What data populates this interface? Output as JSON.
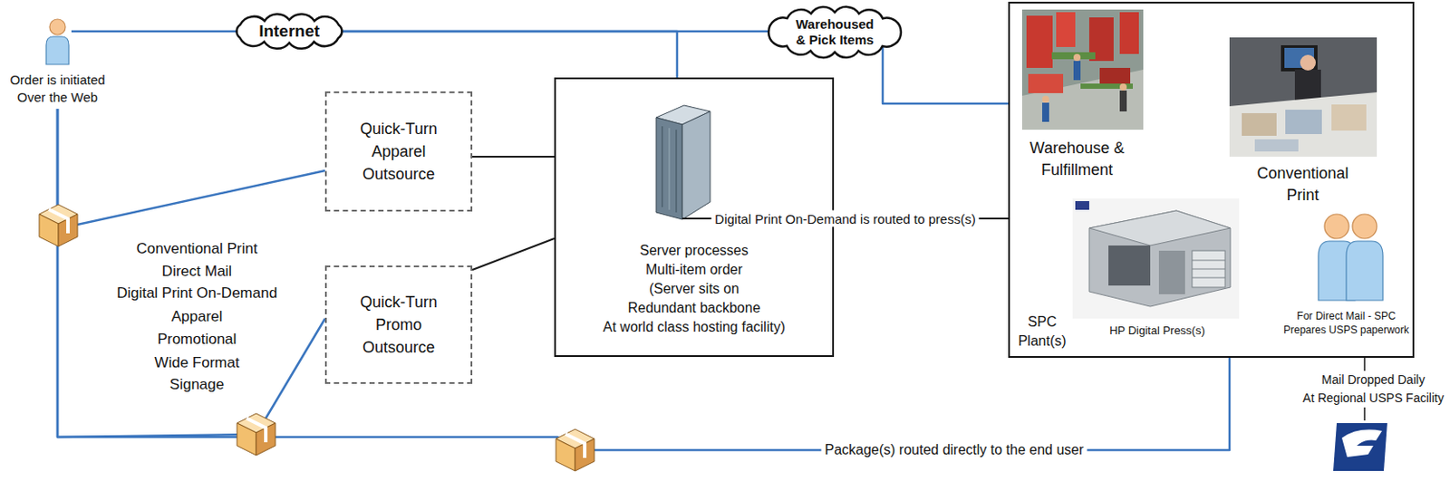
{
  "diagram": {
    "nodes": [
      {
        "text": [
          "Order is initiated Over the Web"
        ]
      },
      {
        "text": [
          "Internet"
        ]
      },
      {
        "text": [
          "Warehoused & Pick Items"
        ]
      },
      {
        "text": [
          "Quick-Turn Apparel Outsource"
        ]
      },
      {
        "text": [
          "Server processes Multi-item order (Server sits on Redundant backbone At world class hosting facility)"
        ]
      },
      {
        "text": [
          "SPC Plant(s)"
        ]
      },
      {
        "text": [
          "Quick-Turn Promo Outsource"
        ]
      }
    ],
    "edges": [
      {
        "from": 0,
        "to": 1,
        "arrow": "none"
      },
      {
        "from": 1,
        "to": 2,
        "arrow": "none"
      },
      {
        "from": 1,
        "to": 4,
        "arrow": "none"
      },
      {
        "from": 2,
        "to": 5,
        "arrow": "none"
      },
      {
        "from": 3,
        "to": 4,
        "arrow": "none"
      },
      {
        "from": 6,
        "to": 4,
        "arrow": "none"
      },
      {
        "from": 4,
        "to": 5,
        "label": "Digital Print On-Demand is routed to press(s)",
        "arrow": "none"
      },
      {
        "from": 5,
        "to": 0,
        "label": "Package(s) routed directly to the end user",
        "arrow": "none"
      },
      {
        "from": 3,
        "to": 0,
        "arrow": "none"
      },
      {
        "from": 6,
        "to": 0,
        "arrow": "none"
      }
    ],
    "labels": [
      "Warehouse & Fulfillment",
      "Conventional Print",
      "HP Digital Press(s)",
      "For Direct Mail - SPC Prepares USPS paperwork",
      "Mail Dropped Daily At Regional USPS Facility",
      "Conventional Print",
      "Direct Mail",
      "Digital Print On-Demand",
      "Apparel",
      "Promotional",
      "Wide Format",
      "Signage"
    ]
  }
}
